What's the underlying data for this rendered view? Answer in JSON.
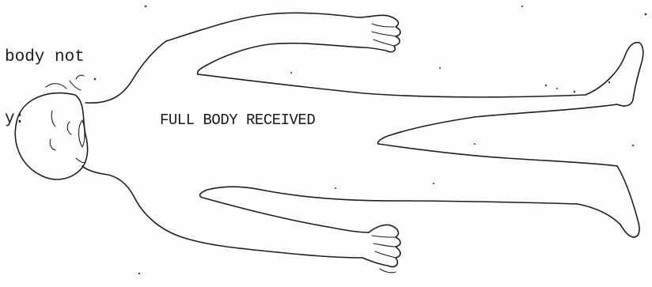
{
  "form": {
    "instruction_line1": "body not",
    "instruction_line2": "y:"
  },
  "diagram": {
    "annotation": "FULL BODY RECEIVED"
  }
}
